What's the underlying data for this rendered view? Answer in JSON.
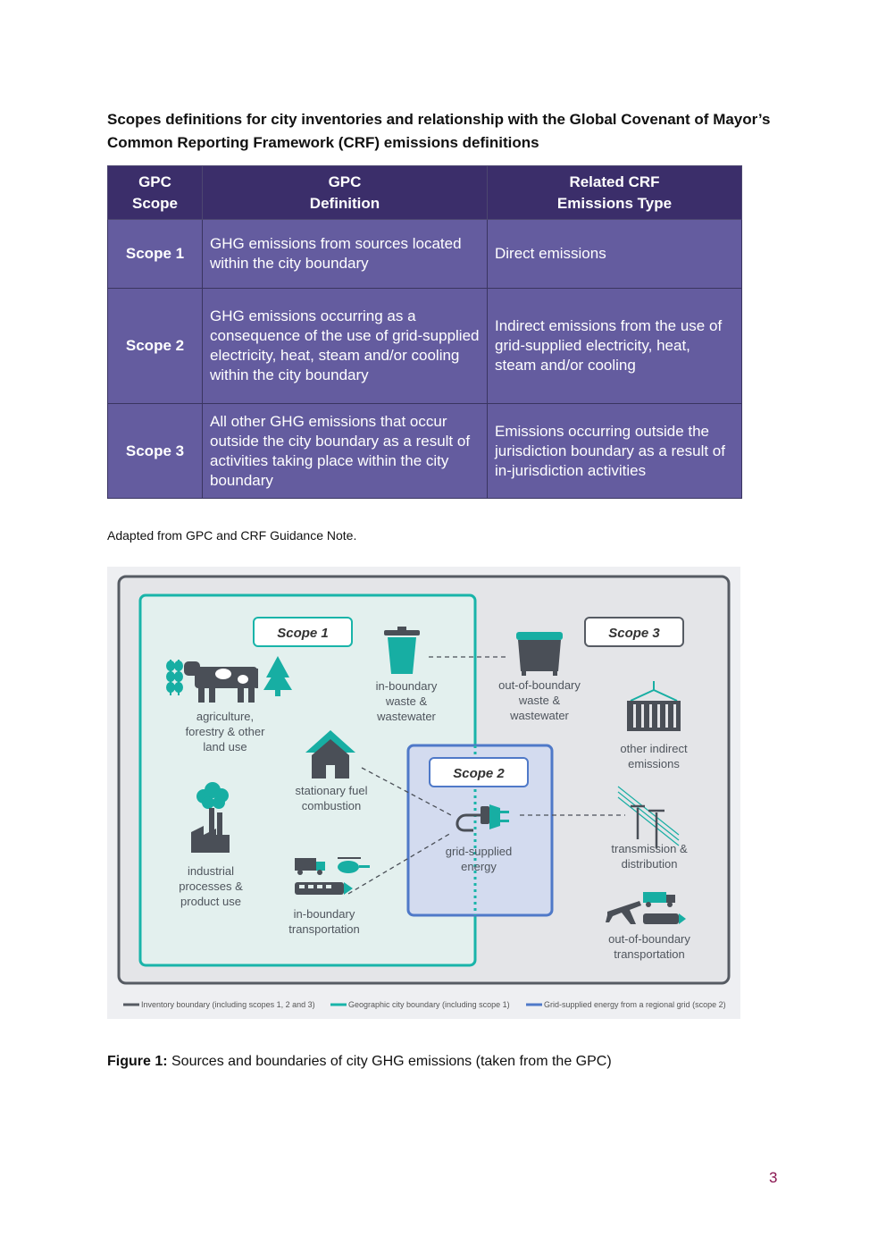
{
  "heading": "Scopes definitions for city inventories and relationship with the Global Covenant of Mayor’s Common Reporting Framework (CRF) emissions definitions",
  "table": {
    "headers": [
      {
        "line1": "GPC",
        "line2": "Scope"
      },
      {
        "line1": "GPC",
        "line2": "Definition"
      },
      {
        "line1": "Related CRF",
        "line2": "Emissions Type"
      }
    ],
    "rows": [
      {
        "scope": "Scope 1",
        "definition": "GHG emissions from sources located within the city boundary",
        "crf": "Direct emissions"
      },
      {
        "scope": "Scope 2",
        "definition": "GHG emissions occurring as a consequence of the use of grid-supplied electricity, heat, steam and/or cooling within the city boundary",
        "crf": "Indirect emissions from the use of grid-supplied electricity, heat, steam and/or cooling"
      },
      {
        "scope": "Scope 3",
        "definition": "All other GHG emissions that occur outside the city boundary as a result of activities taking place within the city boundary",
        "crf": "Emissions occurring outside the jurisdiction boundary as a result of in-jurisdiction activities"
      }
    ]
  },
  "note": "Adapted from GPC and CRF Guidance Note.",
  "figure": {
    "scope_labels": [
      "Scope 1",
      "Scope 2",
      "Scope 3"
    ],
    "items": {
      "agriculture": [
        "agriculture,",
        "forestry & other",
        "land use"
      ],
      "industrial": [
        "industrial",
        "processes &",
        "product use"
      ],
      "stationary": [
        "stationary fuel",
        "combustion"
      ],
      "inboundary_waste": [
        "in-boundary",
        "waste &",
        "wastewater"
      ],
      "inboundary_transport": [
        "in-boundary",
        "transportation"
      ],
      "grid_energy": [
        "grid-supplied",
        "energy"
      ],
      "outboundary_waste": [
        "out-of-boundary",
        "waste &",
        "wastewater"
      ],
      "other_indirect": [
        "other indirect",
        "emissions"
      ],
      "transmission": [
        "transmission &",
        "distribution"
      ],
      "outboundary_transport": [
        "out-of-boundary",
        "transportation"
      ]
    },
    "legend": [
      "Inventory boundary (including scopes 1, 2 and 3)",
      "Geographic city boundary (including scope 1)",
      "Grid-supplied energy from a regional grid (scope 2)"
    ],
    "colors": {
      "inventory": "#565b63",
      "geographic": "#19b4a9",
      "grid": "#4f79c8",
      "icon_teal": "#17aea3",
      "icon_gray": "#4a4f57"
    }
  },
  "caption": {
    "label": "Figure 1:",
    "text": " Sources and boundaries of city GHG emissions (taken from the GPC)"
  },
  "page_number": "3"
}
